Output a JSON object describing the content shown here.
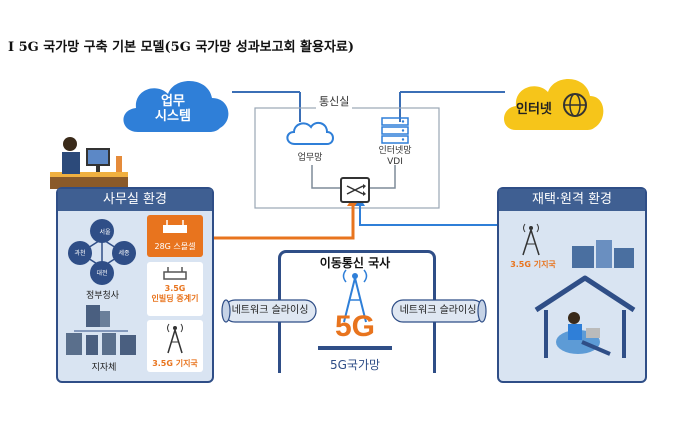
{
  "title": "Ⅰ  5G 국가망 구축 기본 모델(5G 국가망 성과보고회 활용자료)",
  "clouds": {
    "business_system": {
      "line1": "업무",
      "line2": "시스템"
    },
    "internet": "인터넷"
  },
  "comm_room": {
    "label": "통신실",
    "business_net": "업무망",
    "internet_net_line1": "인터넷망",
    "internet_net_line2": "VDI"
  },
  "office": {
    "header": "사무실 환경",
    "gov_label": "정부청사",
    "buildings": [
      "서울",
      "과천",
      "세종",
      "대전"
    ],
    "local_label": "지자체",
    "small_cell": "28G 스몰셀",
    "repeater_line1": "3.5G",
    "repeater_line2": "인빌딩 중계기",
    "base_station": "3.5G 기지국"
  },
  "carrier": {
    "header": "이동통신 국사",
    "slicing_left": "네트워크 슬라이싱",
    "slicing_right": "네트워크 슬라이싱",
    "logo": "5G",
    "network_label": "5G국가망"
  },
  "remote": {
    "header": "재택·원격 환경",
    "base_station": "3.5G 기지국"
  },
  "colors": {
    "navy": "#2f4e87",
    "header_blue": "#3f5f92",
    "panel_blue": "#d9e4f2",
    "orange": "#e8741e",
    "cloud_blue": "#2f7fd8",
    "cloud_yellow": "#f6c51a"
  }
}
